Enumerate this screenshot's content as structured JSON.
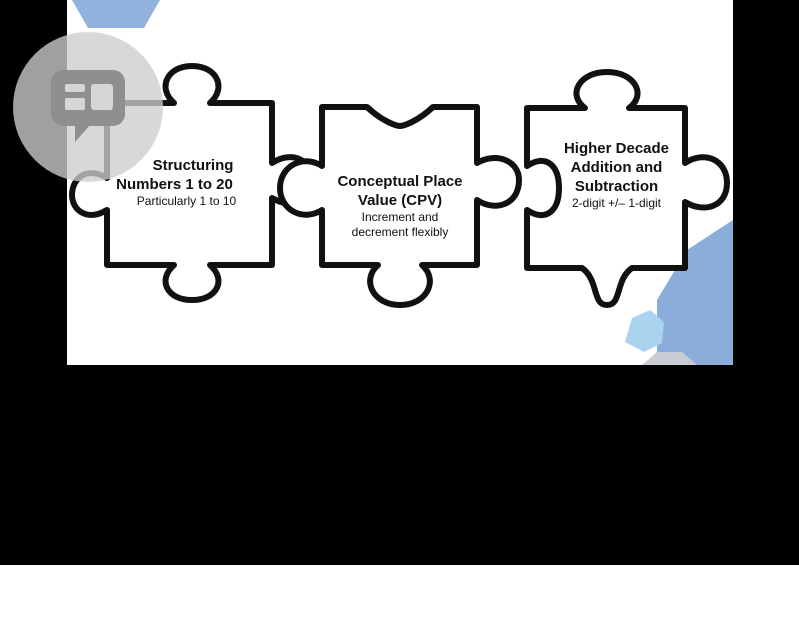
{
  "slide": {
    "pieces": [
      {
        "title_lines": [
          "Structuring",
          "Numbers 1 to 20"
        ],
        "subtitle_lines": [
          "Particularly 1 to 10"
        ]
      },
      {
        "title_lines": [
          "Conceptual Place",
          "Value (CPV)"
        ],
        "subtitle_lines": [
          "Increment and",
          "decrement flexibly"
        ]
      },
      {
        "title_lines": [
          "Higher Decade",
          "Addition and",
          "Subtraction"
        ],
        "subtitle_lines": [
          "2-digit +/– 1-digit"
        ]
      }
    ]
  },
  "overlay": {
    "icon": "chat-bubble-icon"
  },
  "colors": {
    "hex_blue": "#7fa3d6",
    "hex_light_blue": "#a9d3ee",
    "hex_gray": "#c8ccd2",
    "frame": "#000000",
    "outline": "#111111"
  }
}
